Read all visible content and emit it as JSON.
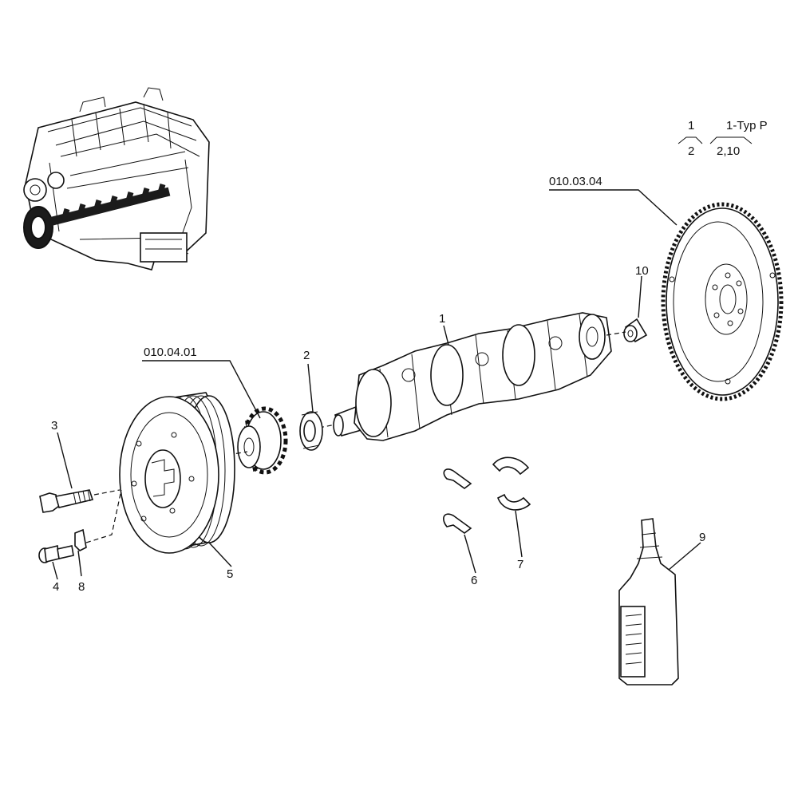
{
  "legend": {
    "top_left": "1",
    "bottom_left": "2",
    "top_right": "1-Typ P",
    "bottom_right": "2,10"
  },
  "references": {
    "flywheel": "010.03.04",
    "sprocket": "010.04.01"
  },
  "callouts": {
    "crankshaft": "1",
    "washer": "2",
    "bolt": "3",
    "screw": "4",
    "pulley": "5",
    "thrust_washers": "6",
    "bearing_shells": "7",
    "lock_plate": "8",
    "sealant_bottle": "9",
    "bushing": "10"
  },
  "colors": {
    "ink": "#111111",
    "background": "#ffffff"
  }
}
